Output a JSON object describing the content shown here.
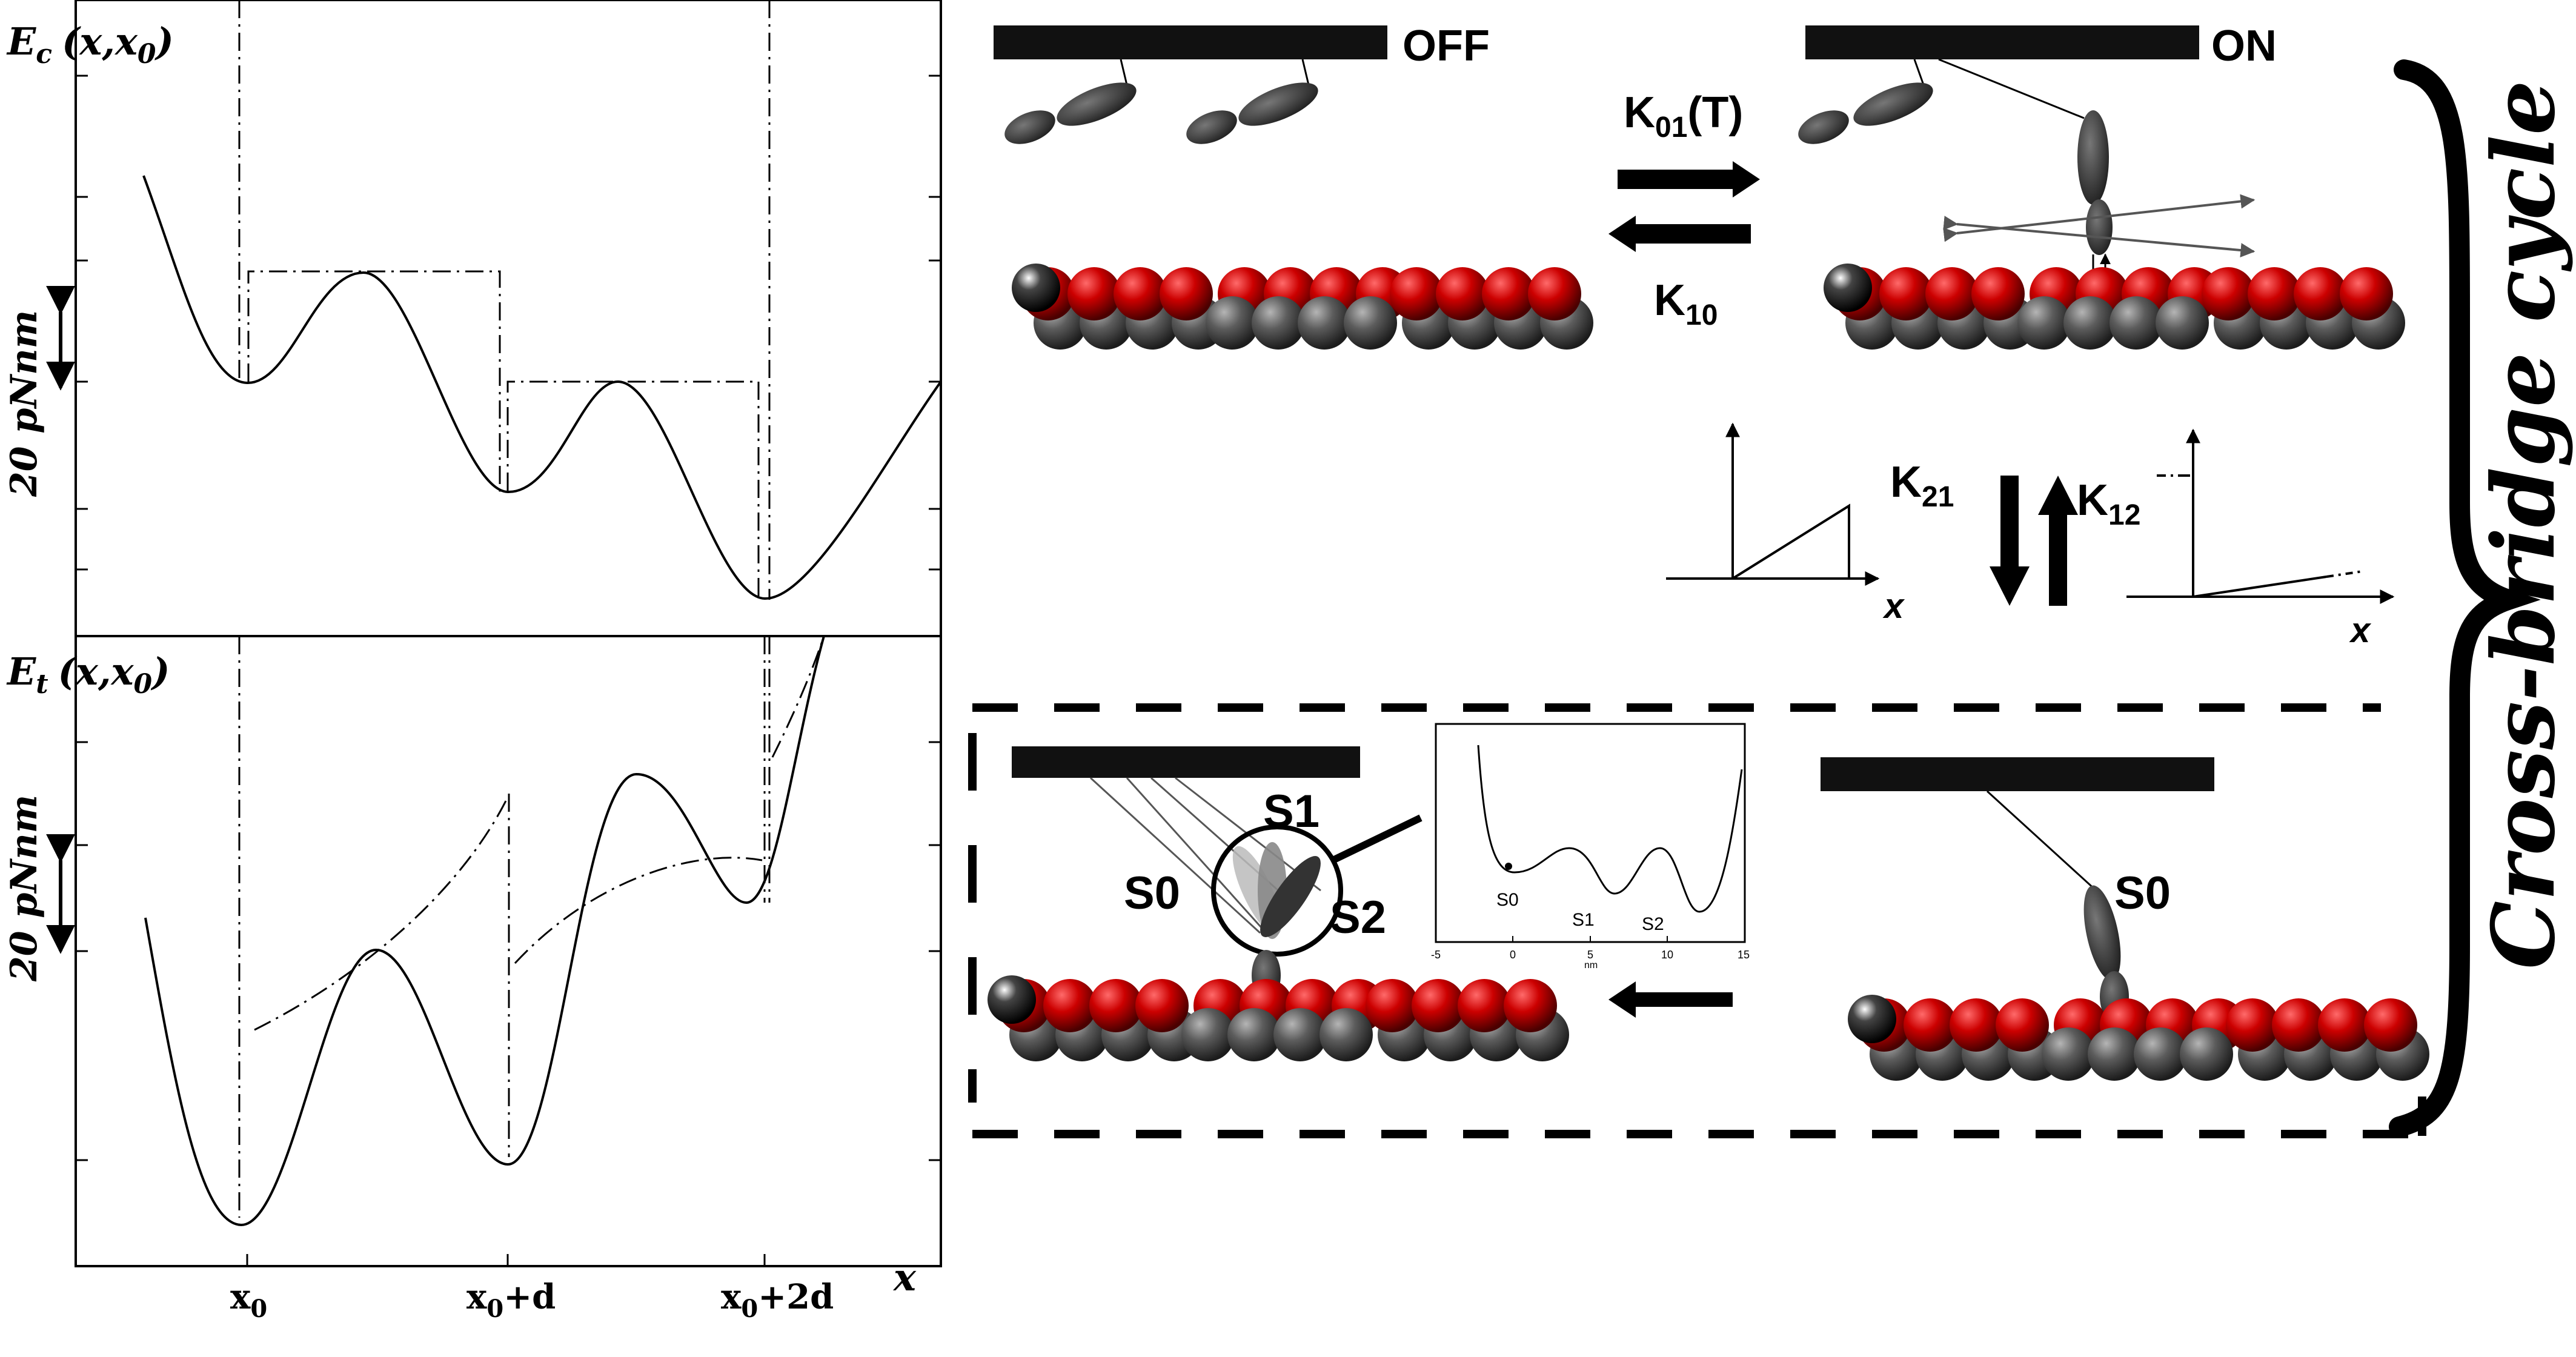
{
  "panel_top": {
    "y_label": "E",
    "y_label_sub": "c",
    "y_label_args": "(x,x",
    "y_label_args_sub": "0",
    "y_label_close": ")",
    "scale_label": "20 pNnm"
  },
  "panel_bottom": {
    "y_label": "E",
    "y_label_sub": "t",
    "y_label_args": "(x,x",
    "y_label_args_sub": "0",
    "y_label_close": ")",
    "scale_label": "20 pNnm"
  },
  "x_axis": {
    "label": "x",
    "ticks": [
      {
        "main": "x",
        "sub": "0",
        "tail": ""
      },
      {
        "main": "x",
        "sub": "0",
        "tail": "+d"
      },
      {
        "main": "x",
        "sub": "0",
        "tail": "+2d"
      }
    ]
  },
  "states": {
    "off": "OFF",
    "on": "ON"
  },
  "rates": {
    "k01": {
      "main": "K",
      "sub": "01",
      "tail": "(T)"
    },
    "k10": {
      "main": "K",
      "sub": "10",
      "tail": ""
    },
    "k21": {
      "main": "K",
      "sub": "21",
      "tail": ""
    },
    "k12": {
      "main": "K",
      "sub": "12",
      "tail": ""
    }
  },
  "mini_plots": {
    "x_label_left": "x",
    "x_label_right": "x"
  },
  "substates": {
    "s0": "S0",
    "s1": "S1",
    "s2": "S2",
    "s0_right": "S0"
  },
  "inset": {
    "labels": [
      "S0",
      "S1",
      "S2"
    ],
    "x_ticks": [
      "-5",
      "0",
      "5",
      "10",
      "15"
    ],
    "x_unit": "nm"
  },
  "cycle_label": "Cross-bridge cycle",
  "colors": {
    "red_monomer": "#c00000",
    "grey_monomer": "#555555",
    "black_cap": "#000000",
    "head": "#333333",
    "thick_filament": "#111111"
  }
}
